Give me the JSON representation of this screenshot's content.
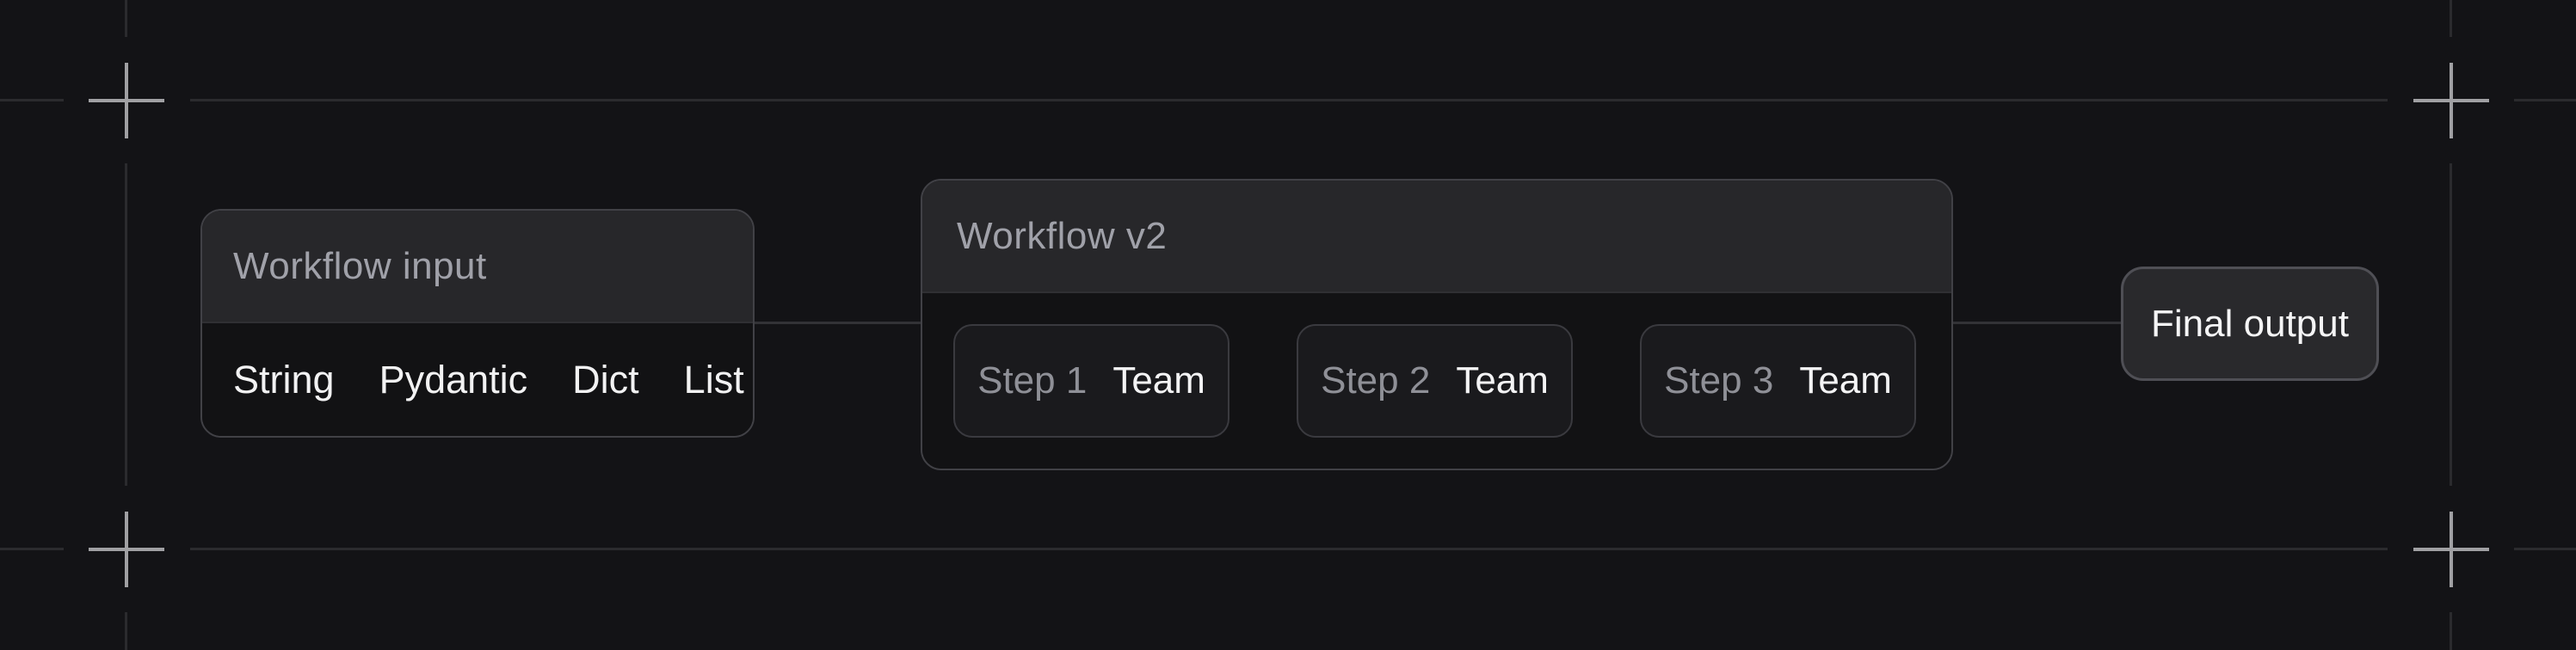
{
  "diagram": {
    "input_node": {
      "title": "Workflow input",
      "types": [
        "String",
        "Pydantic",
        "Dict",
        "List"
      ]
    },
    "workflow_node": {
      "title": "Workflow v2",
      "steps": [
        {
          "name": "Step 1",
          "executor": "Team"
        },
        {
          "name": "Step 2",
          "executor": "Team"
        },
        {
          "name": "Step 3",
          "executor": "Team"
        }
      ]
    },
    "output_node": {
      "label": "Final output"
    }
  },
  "colors": {
    "background": "#131316",
    "surface_header": "#27272a",
    "surface_card": "#1a1a1d",
    "border": "#414146",
    "text_muted": "#a0a1a9",
    "text_bright": "#f4f4f5",
    "guide_line": "#2b2b2e",
    "crosshair": "#a0a0a3"
  }
}
